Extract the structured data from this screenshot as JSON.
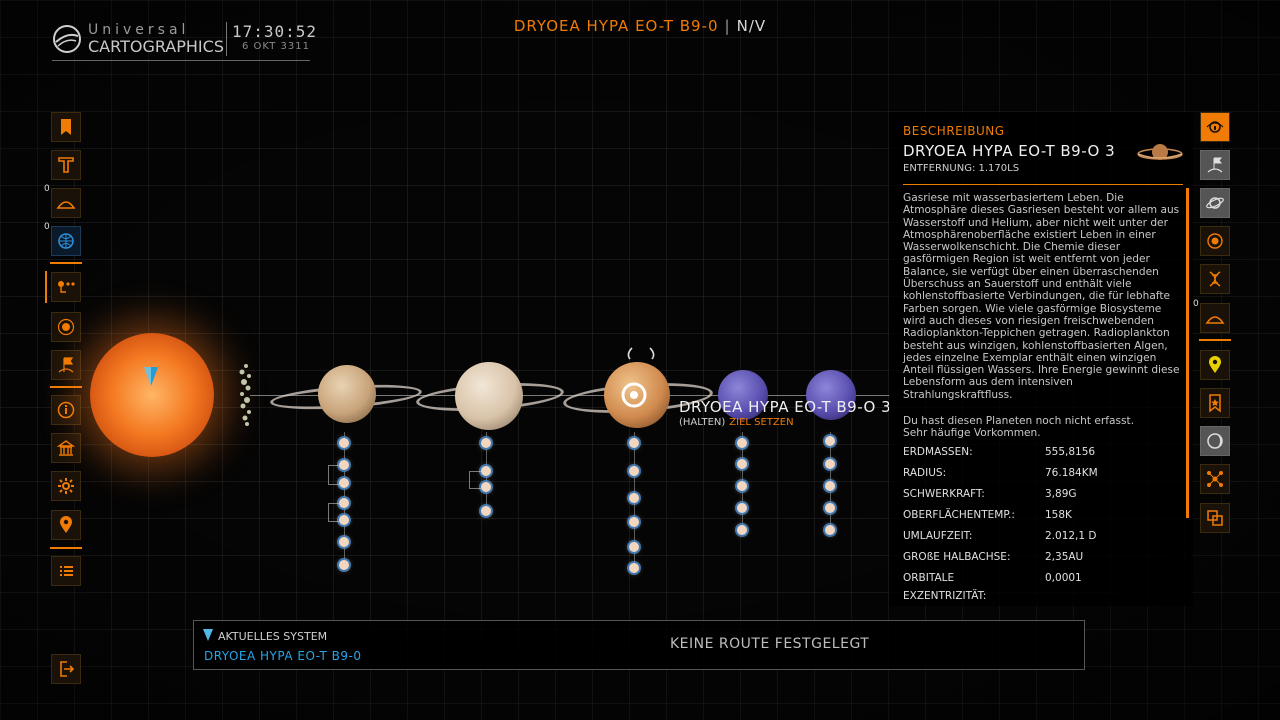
{
  "header": {
    "logo_line1": "Universal",
    "logo_line2": "CARTOGRAPHICS",
    "time": "17:30:52",
    "date": "6 OKT 3311",
    "system_name": "DRYOEA HYPA EO-T B9-0",
    "separator": "|",
    "system_status": "N/V"
  },
  "left_toolbar": [
    {
      "icon": "bookmark-icon"
    },
    {
      "icon": "galnet-tower-icon"
    },
    {
      "icon": "surface-scan-icon",
      "count": "0"
    },
    {
      "icon": "globe-icon",
      "count": "0"
    },
    {
      "icon": "system-map-icon",
      "active": true
    },
    {
      "icon": "target-planet-icon"
    },
    {
      "icon": "flag-icon"
    },
    {
      "icon": "info-icon"
    },
    {
      "icon": "station-icon"
    },
    {
      "icon": "settings-gear-icon"
    },
    {
      "icon": "location-pin-icon"
    },
    {
      "icon": "list-icon"
    }
  ],
  "right_toolbar": [
    {
      "icon": "info-filter-icon",
      "active": true
    },
    {
      "icon": "flag-icon",
      "grey": true
    },
    {
      "icon": "planet-ring-icon",
      "grey": true
    },
    {
      "icon": "star-target-icon"
    },
    {
      "icon": "dna-icon"
    },
    {
      "icon": "surface-scan-icon",
      "count": "0"
    },
    {
      "icon": "location-pin-icon",
      "yellow": true
    },
    {
      "icon": "bookmark-star-icon"
    },
    {
      "icon": "crescent-icon",
      "grey": true
    },
    {
      "icon": "network-icon"
    },
    {
      "icon": "transfer-icon"
    }
  ],
  "exit_icon": "exit-icon",
  "target": {
    "name": "DRYOEA HYPA EO-T B9-O 3",
    "hold_label": "(HALTEN)",
    "set_target_label": "ZIEL SETZEN"
  },
  "info": {
    "heading": "BESCHREIBUNG",
    "title": "DRYOEA HYPA EO-T B9-O 3",
    "distance": "ENTFERNUNG: 1.170LS",
    "description": "Gasriese mit wasserbasiertem Leben. Die Atmosphäre dieses Gasriesen besteht vor allem aus Wasserstoff und Helium, aber nicht weit unter der Atmosphärenoberfläche existiert Leben in einer Wasserwolkenschicht. Die Chemie dieser gasförmigen Region ist weit entfernt von jeder Balance, sie verfügt über einen überraschenden Überschuss an Sauerstoff und enthält viele kohlenstoffbasierte Verbindungen, die für lebhafte Farben sorgen. Wie viele gasförmige Biosysteme wird auch dieses von riesigen freischwebenden Radioplankton-Teppichen getragen. Radioplankton besteht aus winzigen, kohlenstoffbasierten Algen, jedes einzelne Exemplar enthält einen winzigen Anteil flüssigen Wassers. Ihre Energie gewinnt diese Lebensform aus dem intensiven Strahlungskraftfluss.",
    "status_line1": "Du hast diesen Planeten noch nicht erfasst.",
    "status_line2": "Sehr häufige Vorkommen.",
    "stats": [
      {
        "label": "ERDMASSEN:",
        "value": "555,8156"
      },
      {
        "label": "RADIUS:",
        "value": "76.184KM"
      },
      {
        "label": "SCHWERKRAFT:",
        "value": "3,89G"
      },
      {
        "label": "OBERFLÄCHENTEMP.:",
        "value": "158K"
      },
      {
        "label": "UMLAUFZEIT:",
        "value": "2.012,1 D"
      },
      {
        "label": "GROßE HALBACHSE:",
        "value": "2,35AU"
      },
      {
        "label": "ORBITALE",
        "value": "0,0001"
      }
    ],
    "stat_continuation": "EXZENTRIZITÄT:"
  },
  "bottom": {
    "current_label": "AKTUELLES SYSTEM",
    "current_name": "DRYOEA HYPA EO-T B9-0",
    "route_status": "KEINE ROUTE FESTGELEGT"
  },
  "colors": {
    "accent": "#f07b05",
    "current_system": "#29a4e8",
    "panel_bg": "#000000"
  }
}
